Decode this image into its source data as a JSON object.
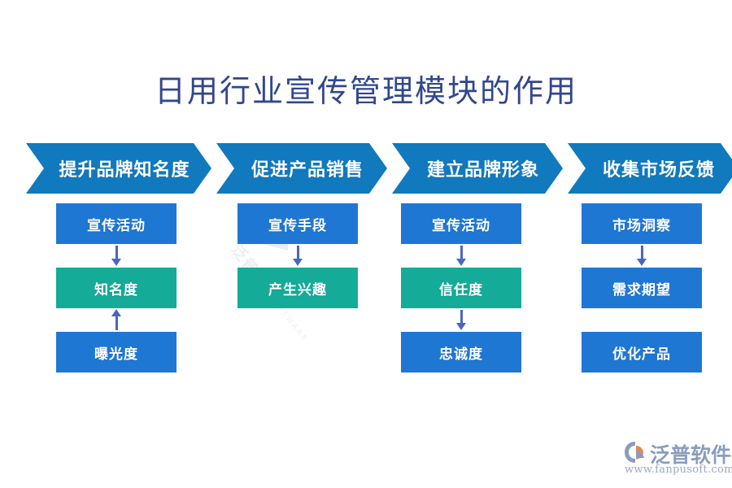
{
  "page": {
    "title": "日用行业宣传管理模块的作用",
    "background_color": "#ffffff",
    "title_color": "#32478c"
  },
  "colors": {
    "chevron_blue": "#1179bd",
    "node_blue": "#1f77d4",
    "node_teal": "#14ab98",
    "arrow_blue": "#4a66c4",
    "logo_text": "#8b9cbd",
    "logo_accent": "#e08a5a"
  },
  "chevrons": [
    {
      "label": "提升品牌知名度"
    },
    {
      "label": "促进产品销售"
    },
    {
      "label": "建立品牌形象"
    },
    {
      "label": "收集市场反馈"
    }
  ],
  "columns": [
    {
      "nodes": [
        {
          "label": "宣传活动",
          "color": "blue"
        },
        {
          "label": "知名度",
          "color": "teal"
        },
        {
          "label": "曝光度",
          "color": "blue"
        }
      ],
      "connectors": [
        "down",
        "up"
      ]
    },
    {
      "nodes": [
        {
          "label": "宣传手段",
          "color": "blue"
        },
        {
          "label": "产生兴趣",
          "color": "teal"
        }
      ],
      "connectors": [
        "down"
      ]
    },
    {
      "nodes": [
        {
          "label": "宣传活动",
          "color": "blue"
        },
        {
          "label": "信任度",
          "color": "teal"
        },
        {
          "label": "忠诚度",
          "color": "blue"
        }
      ],
      "connectors": [
        "down",
        "down"
      ]
    },
    {
      "nodes": [
        {
          "label": "市场洞察",
          "color": "blue"
        },
        {
          "label": "需求期望",
          "color": "blue"
        },
        {
          "label": "优化产品",
          "color": "blue"
        }
      ],
      "connectors": [
        "down",
        "none"
      ]
    }
  ],
  "watermark": {
    "text": "泛普软件",
    "subtext": "FANPU SOFTWARE"
  },
  "logo": {
    "name": "泛普软件",
    "url": "www.fanpusoft.com"
  }
}
